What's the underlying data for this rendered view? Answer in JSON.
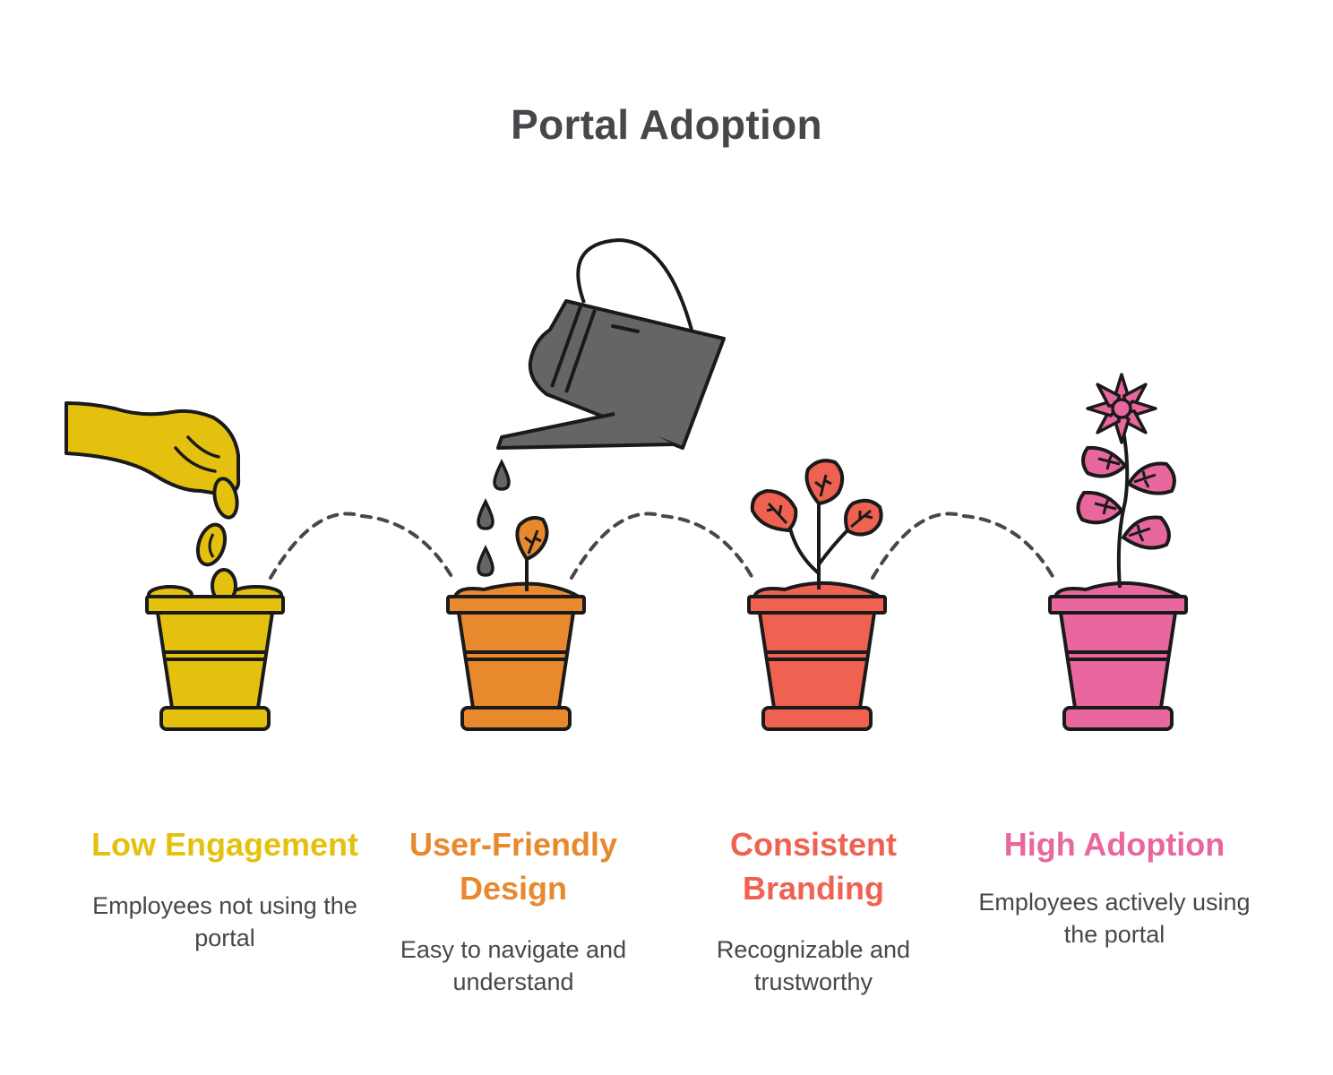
{
  "title": "Portal Adoption",
  "stages": [
    {
      "heading": "Low Engagement",
      "description": "Employees not using the portal",
      "color": "#e4c10f",
      "icon": "hand-dropping-seeds-icon"
    },
    {
      "heading": "User-Friendly Design",
      "description": "Easy to navigate and understand",
      "color": "#e8892e",
      "icon": "watering-can-sprout-icon"
    },
    {
      "heading": "Consistent Branding",
      "description": "Recognizable and trustworthy",
      "color": "#ef6252",
      "icon": "growing-plant-icon"
    },
    {
      "heading": "High Adoption",
      "description": "Employees actively using the portal",
      "color": "#e8679f",
      "icon": "flowering-plant-icon"
    }
  ],
  "colors": {
    "text": "#48464a",
    "outline": "#1a1a1a",
    "watering_can": "#666467"
  }
}
